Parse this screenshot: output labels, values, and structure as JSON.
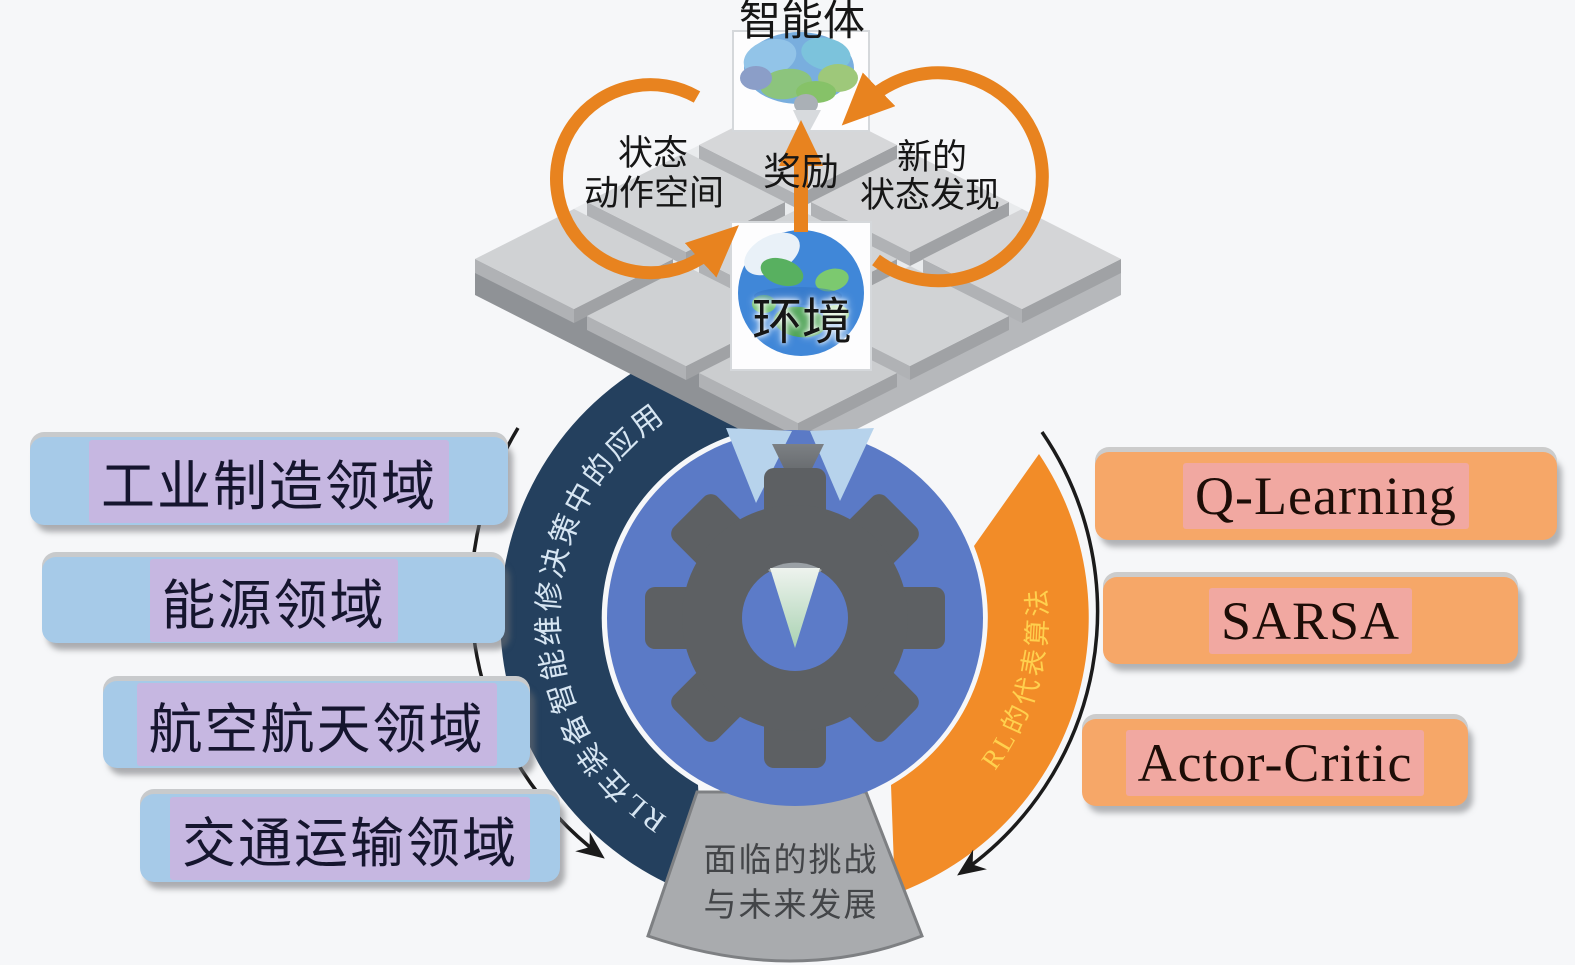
{
  "title_area": {
    "agent_label": "智能体",
    "environment_label": "环境"
  },
  "flow_labels": {
    "state_line1": "状态",
    "state_line2": "动作空间",
    "reward": "奖励",
    "new_state_line1": "新的",
    "new_state_line2": "状态发现"
  },
  "left_arc": {
    "label": "RL在装备智能维修决策中的应用",
    "color": "#24405e",
    "text_color": "#d6e5f2"
  },
  "right_arc": {
    "label": "RL的代表算法",
    "color": "#f28c28",
    "text_color": "#ffd04e"
  },
  "bottom_fan": {
    "line1": "面临的挑战",
    "line2": "与未来发展",
    "color": "#a9abae"
  },
  "application_domains": {
    "box_color": "#a6cae8",
    "highlight_color": "#c6b7e1",
    "items": [
      {
        "label": "工业制造领域"
      },
      {
        "label": "能源领域"
      },
      {
        "label": "航空航天领域"
      },
      {
        "label": "交通运输领域"
      }
    ]
  },
  "algorithms": {
    "box_color": "#f6a768",
    "highlight_color": "#f1a8a1",
    "items": [
      {
        "label": "Q-Learning"
      },
      {
        "label": "SARSA"
      },
      {
        "label": "Actor-Critic"
      }
    ]
  },
  "icons": {
    "agent_icon": "brain-icon",
    "environment_icon": "globe-icon",
    "center_icon": "gear-icon"
  },
  "colors": {
    "hub_circle": "#5b7ac6",
    "gear": "#5d6063",
    "platform_tile": "#d2d4d6",
    "arrow_orange": "#e8831f",
    "background": "#f6f7f9"
  }
}
